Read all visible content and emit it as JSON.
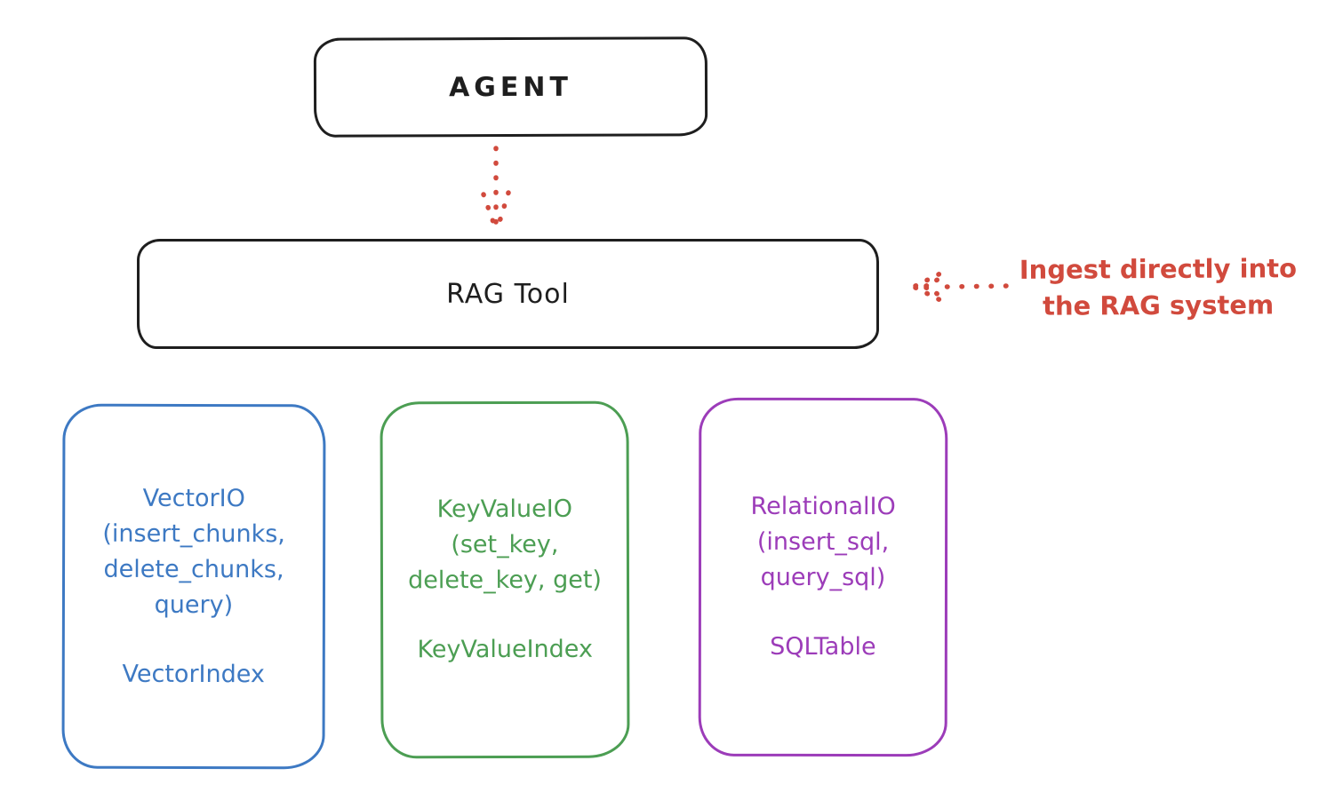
{
  "diagram": {
    "colors": {
      "stroke_black": "#1e1e1e",
      "arrow_red": "#d14a3d",
      "vector_blue": "#3d79c3",
      "keyvalue_green": "#4c9e53",
      "relational_purple": "#9c3cb9",
      "background": "#ffffff"
    },
    "nodes": {
      "agent": {
        "label": "AGENT"
      },
      "rag_tool": {
        "label": "RAG Tool"
      },
      "vector_io": {
        "lines": [
          "VectorIO",
          "(insert_chunks,",
          "delete_chunks,",
          "query)"
        ],
        "index": "VectorIndex"
      },
      "key_value_io": {
        "lines": [
          "KeyValueIO",
          "(set_key,",
          "delete_key, get)"
        ],
        "index": "KeyValueIndex"
      },
      "relational_io": {
        "lines": [
          "RelationalIO",
          "(insert_sql,",
          "query_sql)"
        ],
        "index": "SQLTable"
      }
    },
    "annotation": {
      "lines": [
        "Ingest directly into",
        "the RAG system"
      ]
    },
    "edges": [
      {
        "from": "agent",
        "to": "rag_tool",
        "style": "dotted-red-arrow"
      },
      {
        "from": "annotation",
        "to": "rag_tool",
        "style": "dotted-red-arrow"
      }
    ]
  }
}
